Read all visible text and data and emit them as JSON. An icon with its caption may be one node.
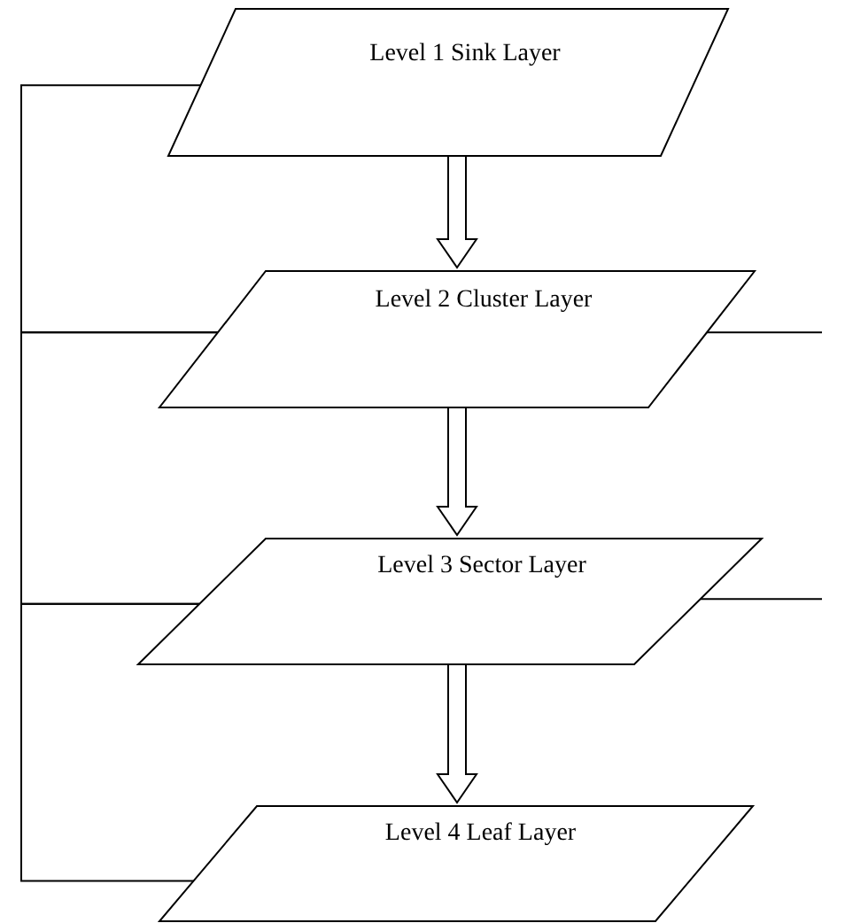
{
  "diagram": {
    "nodes": [
      {
        "text": [
          "Level 1 Sink Layer"
        ]
      },
      {
        "text": [
          "Level 2 Cluster Layer"
        ]
      },
      {
        "text": [
          "Level 3 Sector Layer"
        ]
      },
      {
        "text": [
          "Level 4 Leaf Layer"
        ]
      }
    ],
    "edges": [
      {
        "from": 0,
        "to": 1,
        "arrow": "to"
      },
      {
        "from": 1,
        "to": 2,
        "arrow": "to"
      },
      {
        "from": 2,
        "to": 3,
        "arrow": "to"
      },
      {
        "from": 0,
        "to": 1,
        "arrow": "none"
      },
      {
        "from": 1,
        "to": 2,
        "arrow": "none"
      },
      {
        "from": 2,
        "to": 3,
        "arrow": "none"
      },
      {
        "from": 1,
        "to": null,
        "arrow": "none"
      },
      {
        "from": 2,
        "to": null,
        "arrow": "none"
      }
    ]
  }
}
